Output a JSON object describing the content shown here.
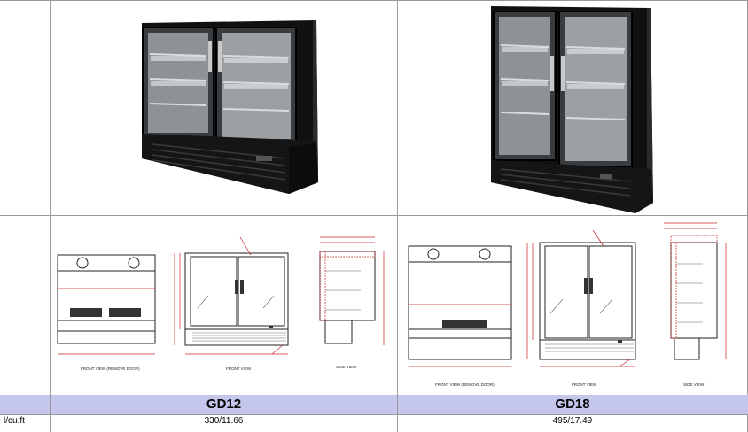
{
  "models": [
    {
      "name": "GD12",
      "capacity": "330/11.66"
    },
    {
      "name": "GD18",
      "capacity": "495/17.49"
    }
  ],
  "rows": {
    "capacity_label": "l/cu.ft"
  },
  "drawing_labels": {
    "front_view_remove_door": "FRONT VIEW (REMOVE DOOR)",
    "front_view": "FRONT VIEW",
    "side_view": "SIDE VIEW"
  },
  "colors": {
    "model_header_bg": "#c5c6ec",
    "cabinet": "#1a1a1a",
    "dim_line": "#cc2222"
  }
}
